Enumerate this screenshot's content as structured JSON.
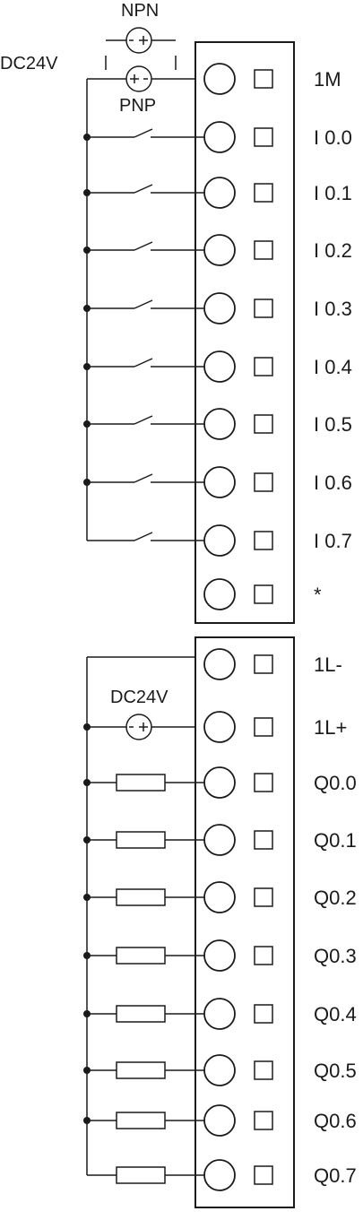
{
  "input_supply": {
    "voltage_label": "DC24V",
    "npn_label": "NPN",
    "pnp_label": "PNP"
  },
  "output_supply": {
    "voltage_label": "DC24V"
  },
  "input_terminals": [
    {
      "label": "1M",
      "kind": "common"
    },
    {
      "label": "I 0.0",
      "kind": "switch"
    },
    {
      "label": "I 0.1",
      "kind": "switch"
    },
    {
      "label": "I 0.2",
      "kind": "switch"
    },
    {
      "label": "I 0.3",
      "kind": "switch"
    },
    {
      "label": "I 0.4",
      "kind": "switch"
    },
    {
      "label": "I 0.5",
      "kind": "switch"
    },
    {
      "label": "I 0.6",
      "kind": "switch"
    },
    {
      "label": "I 0.7",
      "kind": "switch"
    },
    {
      "label": "*",
      "kind": "unused"
    }
  ],
  "output_terminals": [
    {
      "label": "1L-",
      "kind": "common"
    },
    {
      "label": "1L+",
      "kind": "supply"
    },
    {
      "label": "Q0.0",
      "kind": "load"
    },
    {
      "label": "Q0.1",
      "kind": "load"
    },
    {
      "label": "Q0.2",
      "kind": "load"
    },
    {
      "label": "Q0.3",
      "kind": "load"
    },
    {
      "label": "Q0.4",
      "kind": "load"
    },
    {
      "label": "Q0.5",
      "kind": "load"
    },
    {
      "label": "Q0.6",
      "kind": "load"
    },
    {
      "label": "Q0.7",
      "kind": "load"
    }
  ]
}
